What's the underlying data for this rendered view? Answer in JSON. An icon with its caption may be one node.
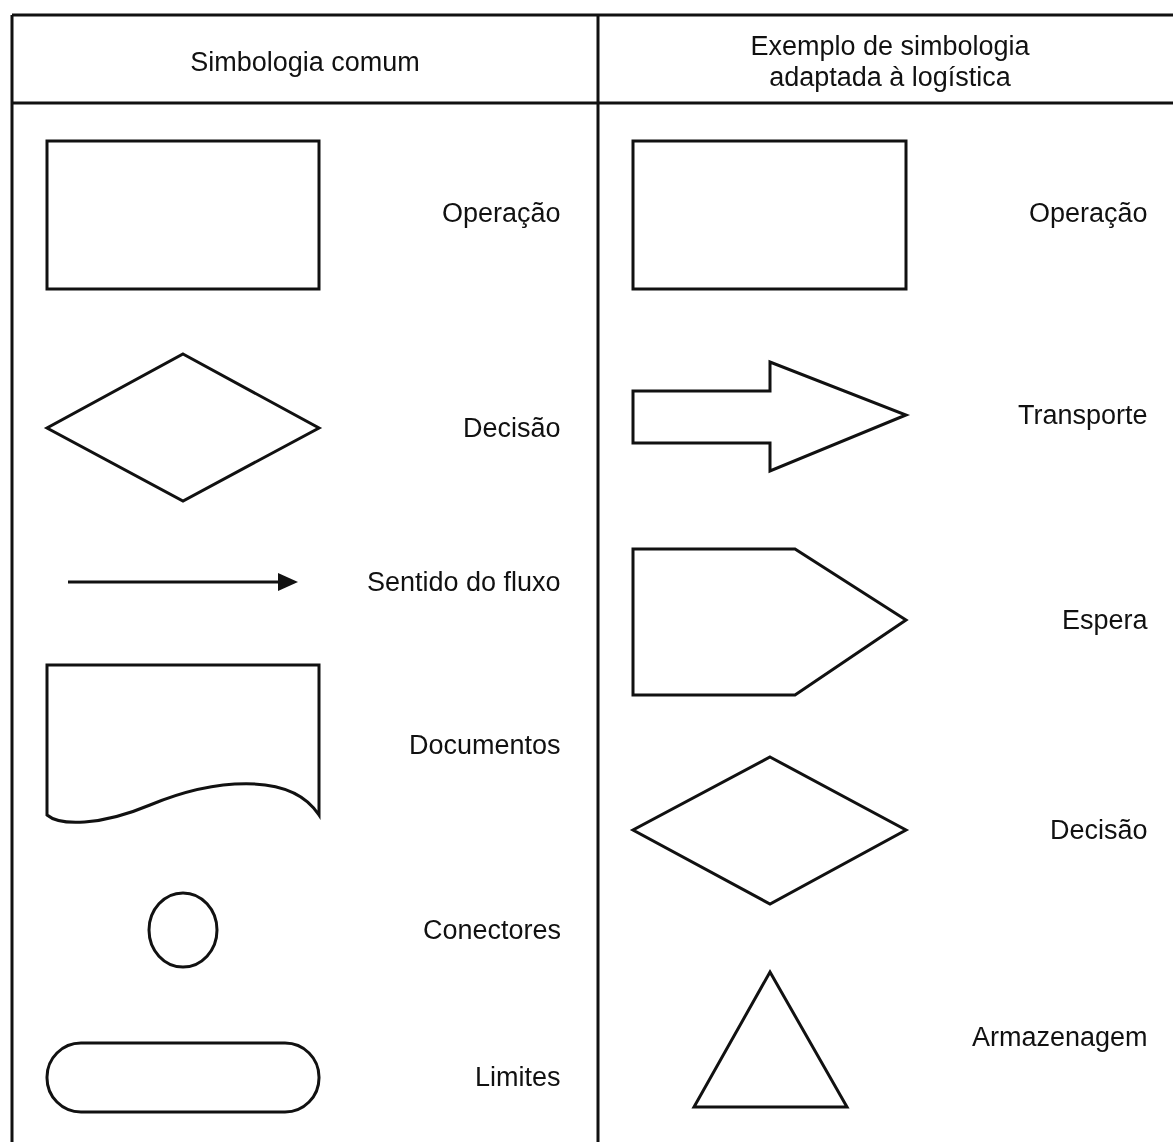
{
  "diagram": {
    "labels": [
      "Simbologia comum",
      "Exemplo de simbologia adaptada à logística",
      "Operação",
      "Decisão",
      "Sentido do fluxo",
      "Documentos",
      "Conectores",
      "Limites",
      "Operação",
      "Transporte",
      "Espera",
      "Decisão",
      "Armazenagem"
    ]
  }
}
